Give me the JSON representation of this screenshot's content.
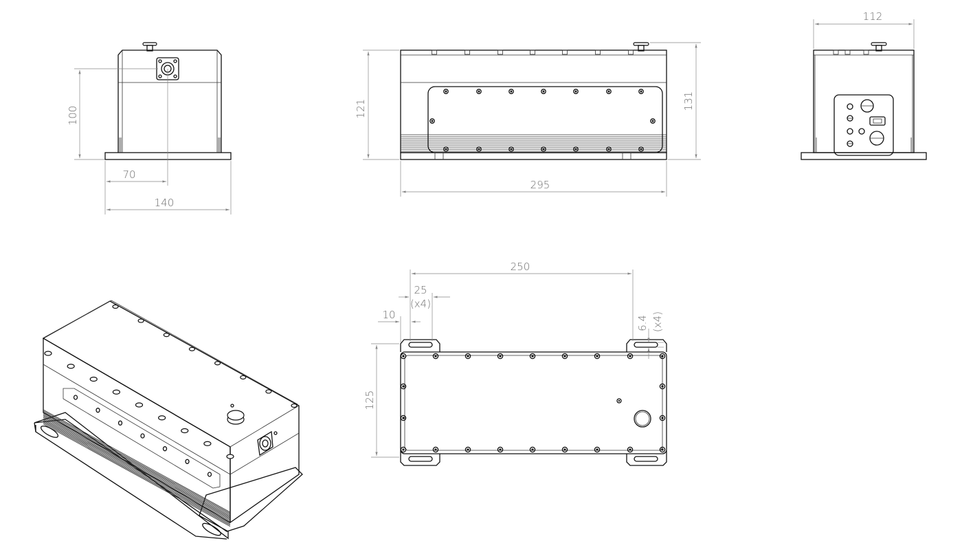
{
  "dimensions": {
    "front_height": "100",
    "front_center": "70",
    "front_width": "140",
    "side_height_inner": "121",
    "side_height_total": "131",
    "side_length": "295",
    "end_width": "112",
    "bottom_spacing": "250",
    "bottom_slot_length": "25",
    "bottom_slot_length_qty": "(x4)",
    "bottom_offset": "10",
    "bottom_depth": "125",
    "bottom_slot_width": "6.4",
    "bottom_slot_width_qty": "(x4)"
  }
}
